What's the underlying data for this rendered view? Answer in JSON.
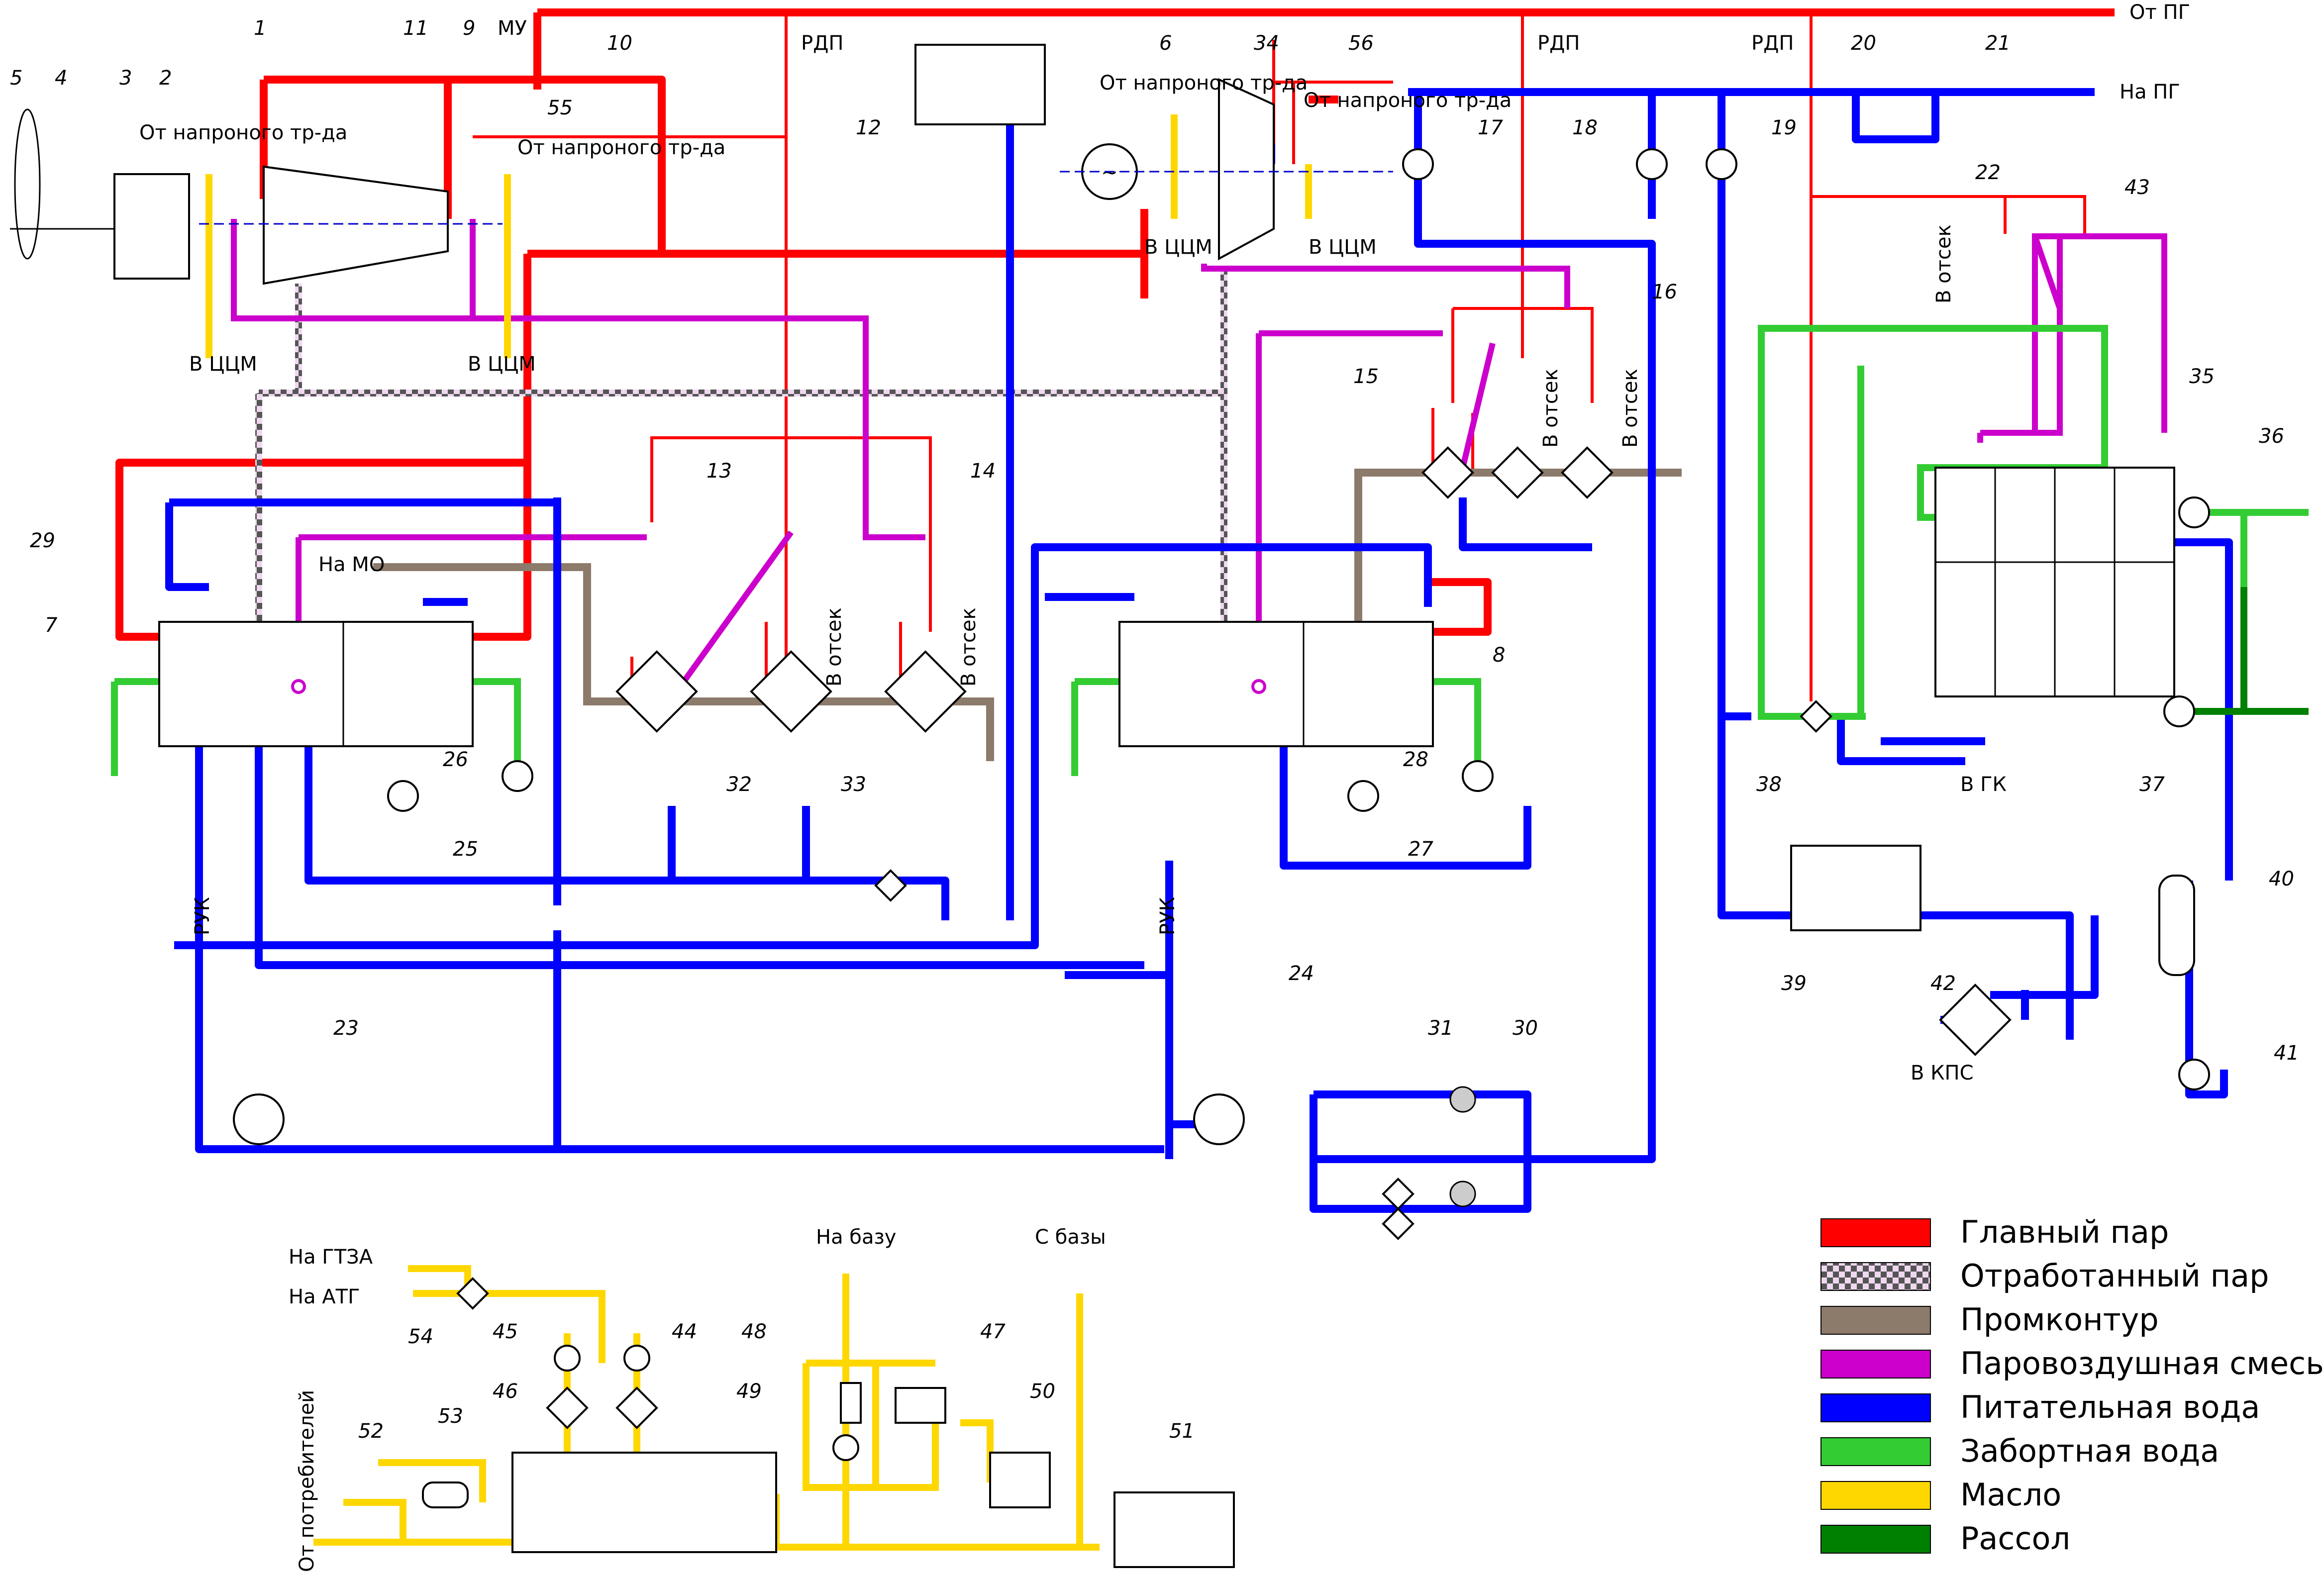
{
  "colors": {
    "main_steam": "#ff0000",
    "exhaust_steam": "#cc66cc",
    "intermediate": "#8c7a6b",
    "steam_air": "#cc00cc",
    "feed_water": "#0000ff",
    "sea_water": "#33cc33",
    "oil": "#ffd700",
    "brine": "#008000"
  },
  "labels": {
    "from_pg": "От ПГ",
    "to_pg": "На ПГ",
    "rdp": "РДП",
    "mu": "МУ",
    "from_pressure_line": "От напроного тр-да",
    "to_tsm": "В ЦЦМ",
    "to_mo": "На МО",
    "to_compartment": "В отсек",
    "to_gk": "В ГК",
    "to_kps": "В КПС",
    "ruk": "РУК",
    "to_base": "На базу",
    "from_base": "С базы",
    "to_gtza": "На ГТЗА",
    "to_atg": "На АТГ",
    "from_consumers": "От потребителей",
    "generator_symbol": "~"
  },
  "legend": [
    {
      "label": "Главный пар",
      "color": "#ff0000",
      "pattern": "solid"
    },
    {
      "label": "Отработанный пар",
      "color": "#cc66cc",
      "pattern": "checker"
    },
    {
      "label": "Промконтур",
      "color": "#8c7a6b",
      "pattern": "solid"
    },
    {
      "label": "Паровоздушная смесь",
      "color": "#cc00cc",
      "pattern": "solid"
    },
    {
      "label": "Питательная вода",
      "color": "#0000ff",
      "pattern": "solid"
    },
    {
      "label": "Забортная вода",
      "color": "#33cc33",
      "pattern": "solid"
    },
    {
      "label": "Масло",
      "color": "#ffd700",
      "pattern": "solid"
    },
    {
      "label": "Рассол",
      "color": "#008000",
      "pattern": "solid"
    }
  ],
  "numbers": [
    "1",
    "2",
    "3",
    "4",
    "5",
    "6",
    "7",
    "8",
    "9",
    "10",
    "11",
    "12",
    "13",
    "14",
    "15",
    "16",
    "17",
    "18",
    "19",
    "20",
    "21",
    "22",
    "23",
    "24",
    "25",
    "26",
    "27",
    "28",
    "29",
    "30",
    "31",
    "32",
    "33",
    "34",
    "35",
    "36",
    "37",
    "38",
    "39",
    "40",
    "41",
    "42",
    "43",
    "44",
    "45",
    "46",
    "47",
    "48",
    "49",
    "50",
    "51",
    "52",
    "53",
    "54",
    "55",
    "56"
  ]
}
